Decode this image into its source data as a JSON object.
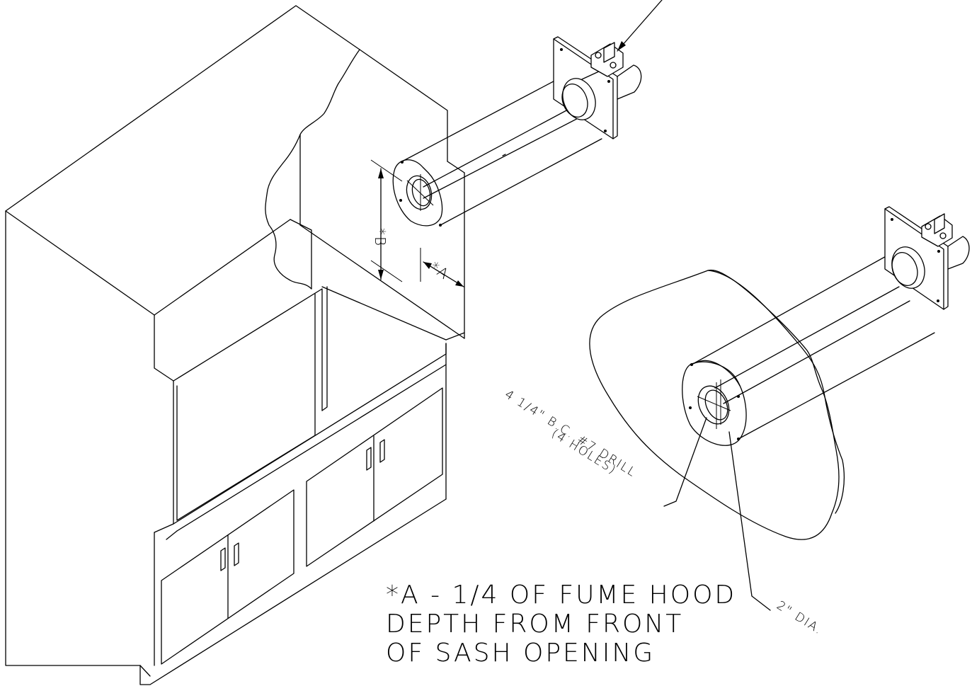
{
  "drawing": {
    "callouts": {
      "dim_a": "*A",
      "dim_b": "*B",
      "bolt_circle_line1": "4 1/4\" B.C. #7 DRILL",
      "bolt_circle_line2": "(4 HOLES)",
      "hole_dia": "2\" DIA."
    },
    "note": {
      "line1": "*A - 1/4 OF FUME HOOD",
      "line2": "DEPTH FROM FRONT",
      "line3": "OF SASH OPENING"
    }
  }
}
